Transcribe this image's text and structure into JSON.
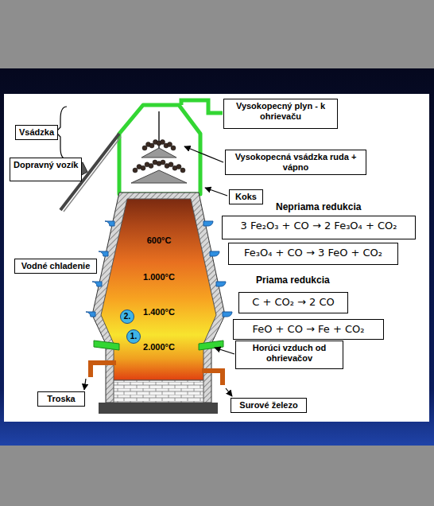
{
  "diagram": {
    "nodes": [
      {
        "text": [
          "Vysokopecný plyn - k ohrievaču"
        ]
      },
      {
        "text": [
          "Vsádzka"
        ]
      },
      {
        "text": [
          "Vysokopecná vsádzka ruda + vápno"
        ]
      },
      {
        "text": [
          "Dopravný vozík"
        ]
      },
      {
        "text": [
          "Koks"
        ]
      },
      {
        "text": [
          "3 Fe₂O₃ + CO → 2 Fe₃O₄ + CO₂"
        ]
      },
      {
        "text": [
          "Fe₃O₄ + CO → 3 FeO + CO₂"
        ]
      },
      {
        "text": [
          "C + CO₂ → 2 CO"
        ]
      },
      {
        "text": [
          "FeO + CO → Fe + CO₂"
        ]
      },
      {
        "text": [
          "Vodné chladenie"
        ]
      },
      {
        "text": [
          "2."
        ]
      },
      {
        "text": [
          "1."
        ]
      },
      {
        "text": [
          "Horúci vzduch od ohrievačov"
        ]
      },
      {
        "text": [
          "Troska"
        ]
      },
      {
        "text": [
          "Surové železo"
        ]
      }
    ],
    "labels": [
      "Nepriama redukcia",
      "Priama redukcia",
      "600°C",
      "1.000°C",
      "1.400°C",
      "2.000°C"
    ]
  }
}
